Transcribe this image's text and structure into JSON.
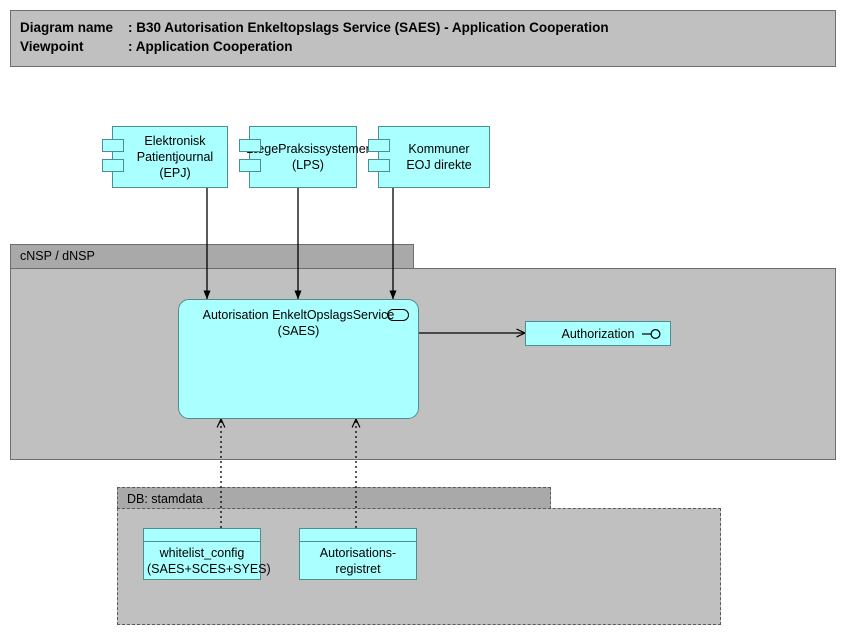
{
  "header": {
    "diagram_name_label": "Diagram name",
    "diagram_name_sep": ": B30 Autorisation Enkeltopslags Service (SAES) - Application Cooperation",
    "viewpoint_label": "Viewpoint",
    "viewpoint_sep": ": Application Cooperation"
  },
  "groups": [
    {
      "id": "cnsp",
      "label": "cNSP / dNSP",
      "border": "solid"
    },
    {
      "id": "db_stamdata",
      "label": "DB: stamdata",
      "border": "dashed"
    }
  ],
  "components": [
    {
      "id": "epj",
      "label": "Elektronisk Patientjournal (EPJ)",
      "icon": "uml-component-icon"
    },
    {
      "id": "lps",
      "label": "LægePraksissystemer (LPS)",
      "icon": "uml-component-icon"
    },
    {
      "id": "keoj",
      "label": "Kommuner EOJ direkte",
      "icon": "uml-component-icon"
    }
  ],
  "service": {
    "id": "saes",
    "label": "Autorisation EnkeltOpslagsService (SAES)",
    "icon": "application-service-oval-icon"
  },
  "interface": {
    "id": "authorization",
    "label": "Authorization",
    "icon": "provided-interface-lollipop-icon"
  },
  "data_objects": [
    {
      "id": "whitelist_config",
      "label": "whitelist_config (SAES+SCES+SYES)"
    },
    {
      "id": "autorisationsregistret",
      "label": "Autorisations-registret"
    }
  ],
  "connectors": [
    {
      "from": "epj",
      "to": "saes",
      "style": "solid",
      "arrow": "filled-triangle"
    },
    {
      "from": "lps",
      "to": "saes",
      "style": "solid",
      "arrow": "filled-triangle"
    },
    {
      "from": "keoj",
      "to": "saes",
      "style": "solid",
      "arrow": "filled-triangle"
    },
    {
      "from": "saes",
      "to": "authorization",
      "style": "solid",
      "arrow": "open-line"
    },
    {
      "from": "whitelist_config",
      "to": "saes",
      "style": "dotted",
      "arrow": "open-line"
    },
    {
      "from": "autorisationsregistret",
      "to": "saes",
      "style": "dotted",
      "arrow": "open-line"
    }
  ],
  "colors": {
    "canvas": "#ffffff",
    "element_fill": "#aaffff",
    "element_border": "#4d8f8f",
    "group_body": "#c0c0c0",
    "group_tab": "#a9a9a9",
    "group_border": "#6e6e6e",
    "connector": "#000000",
    "text": "#000000"
  }
}
